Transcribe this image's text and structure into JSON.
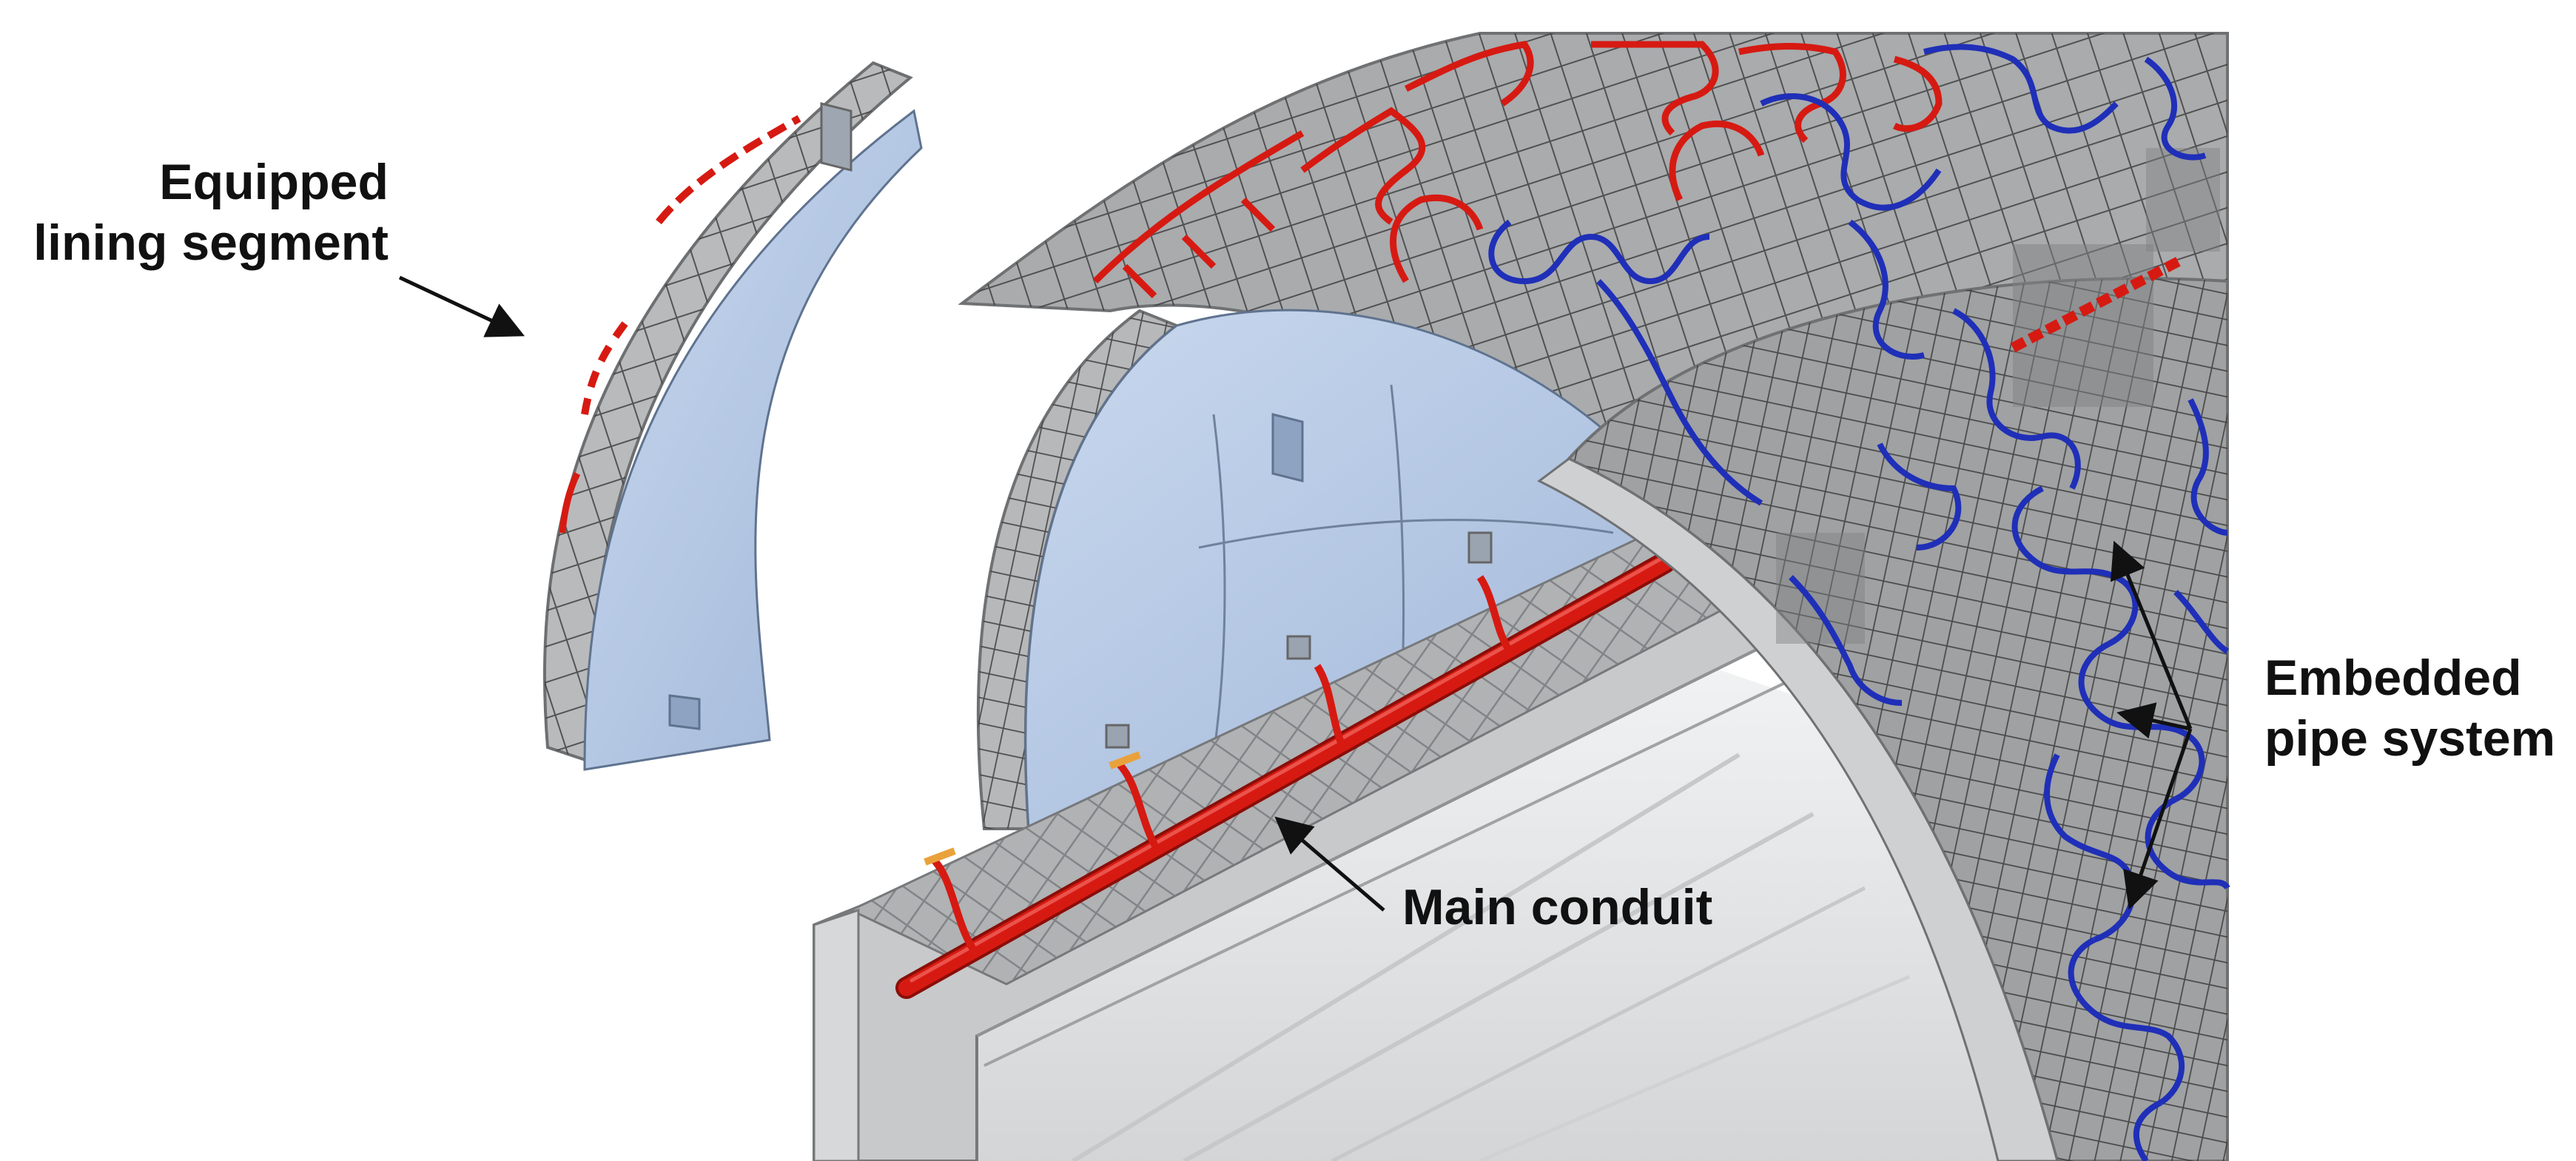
{
  "labels": {
    "equipped_lining_segment": [
      "Equipped",
      "lining segment"
    ],
    "main_conduit": "Main conduit",
    "embedded_pipe_system": [
      "Embedded",
      "pipe system"
    ]
  },
  "colors": {
    "background": "#ffffff",
    "heating_pipe": "#d61a12",
    "cooling_pipe": "#1f2fb8",
    "lining_concrete": "#a7a9ab",
    "lining_inner": "#b4c8e4",
    "reinforcement_mesh": "#3a3a3a",
    "tunnel_floor": "#e2e3e4",
    "arrow": "#111111"
  }
}
